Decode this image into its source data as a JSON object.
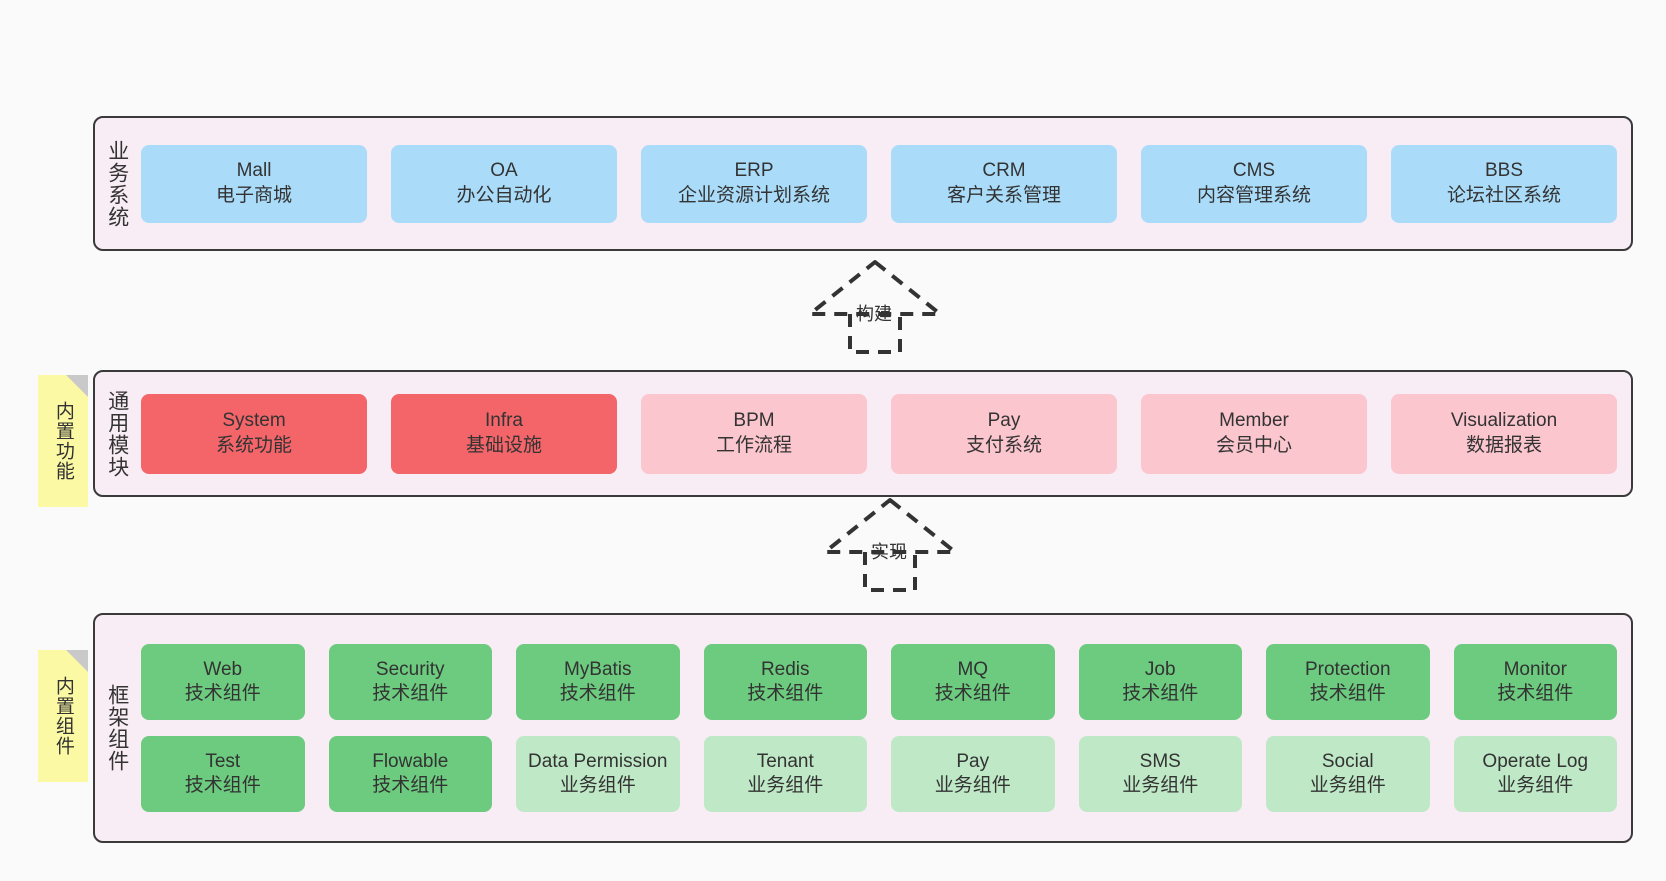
{
  "diagram": {
    "background_color": "#fafafa",
    "layer_fill": "#f8ecf5",
    "layer_border": "#3a3a3a",
    "note_fill": "#fbf9a4"
  },
  "layers": [
    {
      "id": "business",
      "title": "业务系统",
      "rows": [
        {
          "cards": [
            {
              "name": "Mall",
              "sub": "电子商城",
              "color": "#aadcfa",
              "style": "c-blue"
            },
            {
              "name": "OA",
              "sub": "办公自动化",
              "color": "#aadcfa",
              "style": "c-blue"
            },
            {
              "name": "ERP",
              "sub": "企业资源计划系统",
              "color": "#aadcfa",
              "style": "c-blue"
            },
            {
              "name": "CRM",
              "sub": "客户关系管理",
              "color": "#aadcfa",
              "style": "c-blue"
            },
            {
              "name": "CMS",
              "sub": "内容管理系统",
              "color": "#aadcfa",
              "style": "c-blue"
            },
            {
              "name": "BBS",
              "sub": "论坛社区系统",
              "color": "#aadcfa",
              "style": "c-blue"
            }
          ]
        }
      ]
    },
    {
      "id": "common-modules",
      "title": "通用模块",
      "note": "内置功能",
      "rows": [
        {
          "cards": [
            {
              "name": "System",
              "sub": "系统功能",
              "color": "#f4656a",
              "style": "c-red"
            },
            {
              "name": "Infra",
              "sub": "基础设施",
              "color": "#f4656a",
              "style": "c-red"
            },
            {
              "name": "BPM",
              "sub": "工作流程",
              "color": "#fbc6ce",
              "style": "c-pink"
            },
            {
              "name": "Pay",
              "sub": "支付系统",
              "color": "#fbc6ce",
              "style": "c-pink"
            },
            {
              "name": "Member",
              "sub": "会员中心",
              "color": "#fbc6ce",
              "style": "c-pink"
            },
            {
              "name": "Visualization",
              "sub": "数据报表",
              "color": "#fbc6ce",
              "style": "c-pink"
            }
          ]
        }
      ]
    },
    {
      "id": "framework-components",
      "title": "框架组件",
      "note": "内置组件",
      "rows": [
        {
          "cards": [
            {
              "name": "Web",
              "sub": "技术组件",
              "color": "#6ccb7f",
              "style": "c-green"
            },
            {
              "name": "Security",
              "sub": "技术组件",
              "color": "#6ccb7f",
              "style": "c-green"
            },
            {
              "name": "MyBatis",
              "sub": "技术组件",
              "color": "#6ccb7f",
              "style": "c-green"
            },
            {
              "name": "Redis",
              "sub": "技术组件",
              "color": "#6ccb7f",
              "style": "c-green"
            },
            {
              "name": "MQ",
              "sub": "技术组件",
              "color": "#6ccb7f",
              "style": "c-green"
            },
            {
              "name": "Job",
              "sub": "技术组件",
              "color": "#6ccb7f",
              "style": "c-green"
            },
            {
              "name": "Protection",
              "sub": "技术组件",
              "color": "#6ccb7f",
              "style": "c-green"
            },
            {
              "name": "Monitor",
              "sub": "技术组件",
              "color": "#6ccb7f",
              "style": "c-green"
            }
          ]
        },
        {
          "cards": [
            {
              "name": "Test",
              "sub": "技术组件",
              "color": "#6ccb7f",
              "style": "c-green"
            },
            {
              "name": "Flowable",
              "sub": "技术组件",
              "color": "#6ccb7f",
              "style": "c-green"
            },
            {
              "name": "Data Permission",
              "sub": "业务组件",
              "color": "#bfe8c6",
              "style": "c-lightgreen"
            },
            {
              "name": "Tenant",
              "sub": "业务组件",
              "color": "#bfe8c6",
              "style": "c-lightgreen"
            },
            {
              "name": "Pay",
              "sub": "业务组件",
              "color": "#bfe8c6",
              "style": "c-lightgreen"
            },
            {
              "name": "SMS",
              "sub": "业务组件",
              "color": "#bfe8c6",
              "style": "c-lightgreen"
            },
            {
              "name": "Social",
              "sub": "业务组件",
              "color": "#bfe8c6",
              "style": "c-lightgreen"
            },
            {
              "name": "Operate Log",
              "sub": "业务组件",
              "color": "#bfe8c6",
              "style": "c-lightgreen"
            }
          ]
        }
      ]
    }
  ],
  "connectors": [
    {
      "id": "build",
      "label": "构建",
      "from": "common-modules",
      "to": "business"
    },
    {
      "id": "implement",
      "label": "实现",
      "from": "framework-components",
      "to": "common-modules"
    }
  ]
}
